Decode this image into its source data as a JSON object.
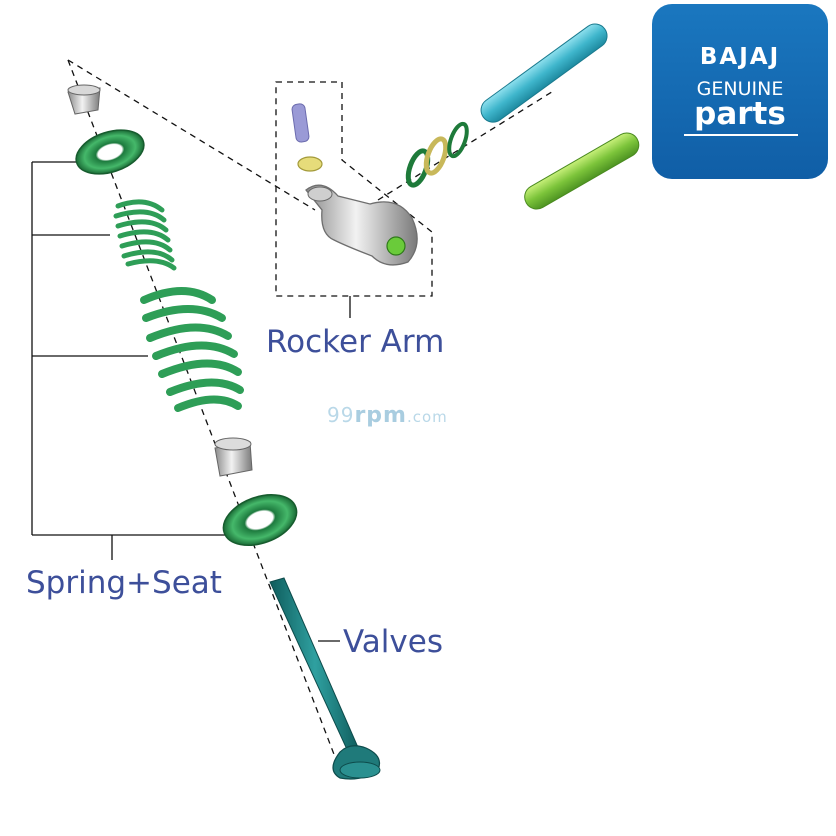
{
  "labels": {
    "rocker_arm": "Rocker Arm",
    "spring_seat": "Spring+Seat",
    "valves": "Valves"
  },
  "watermark": {
    "prefix": "99",
    "main": "rpm",
    "suffix": ".com"
  },
  "logo": {
    "brand": "BAJAJ",
    "line1": "GENUINE",
    "line2": "parts"
  },
  "colors": {
    "label_text": "#3d4f9a",
    "spring_green": "#2e9e57",
    "valve_teal": "#1f7a7a",
    "rod_cyan": "#4ab8cc",
    "rod_green": "#7cc43a",
    "logo_blue": "#1464ad"
  }
}
